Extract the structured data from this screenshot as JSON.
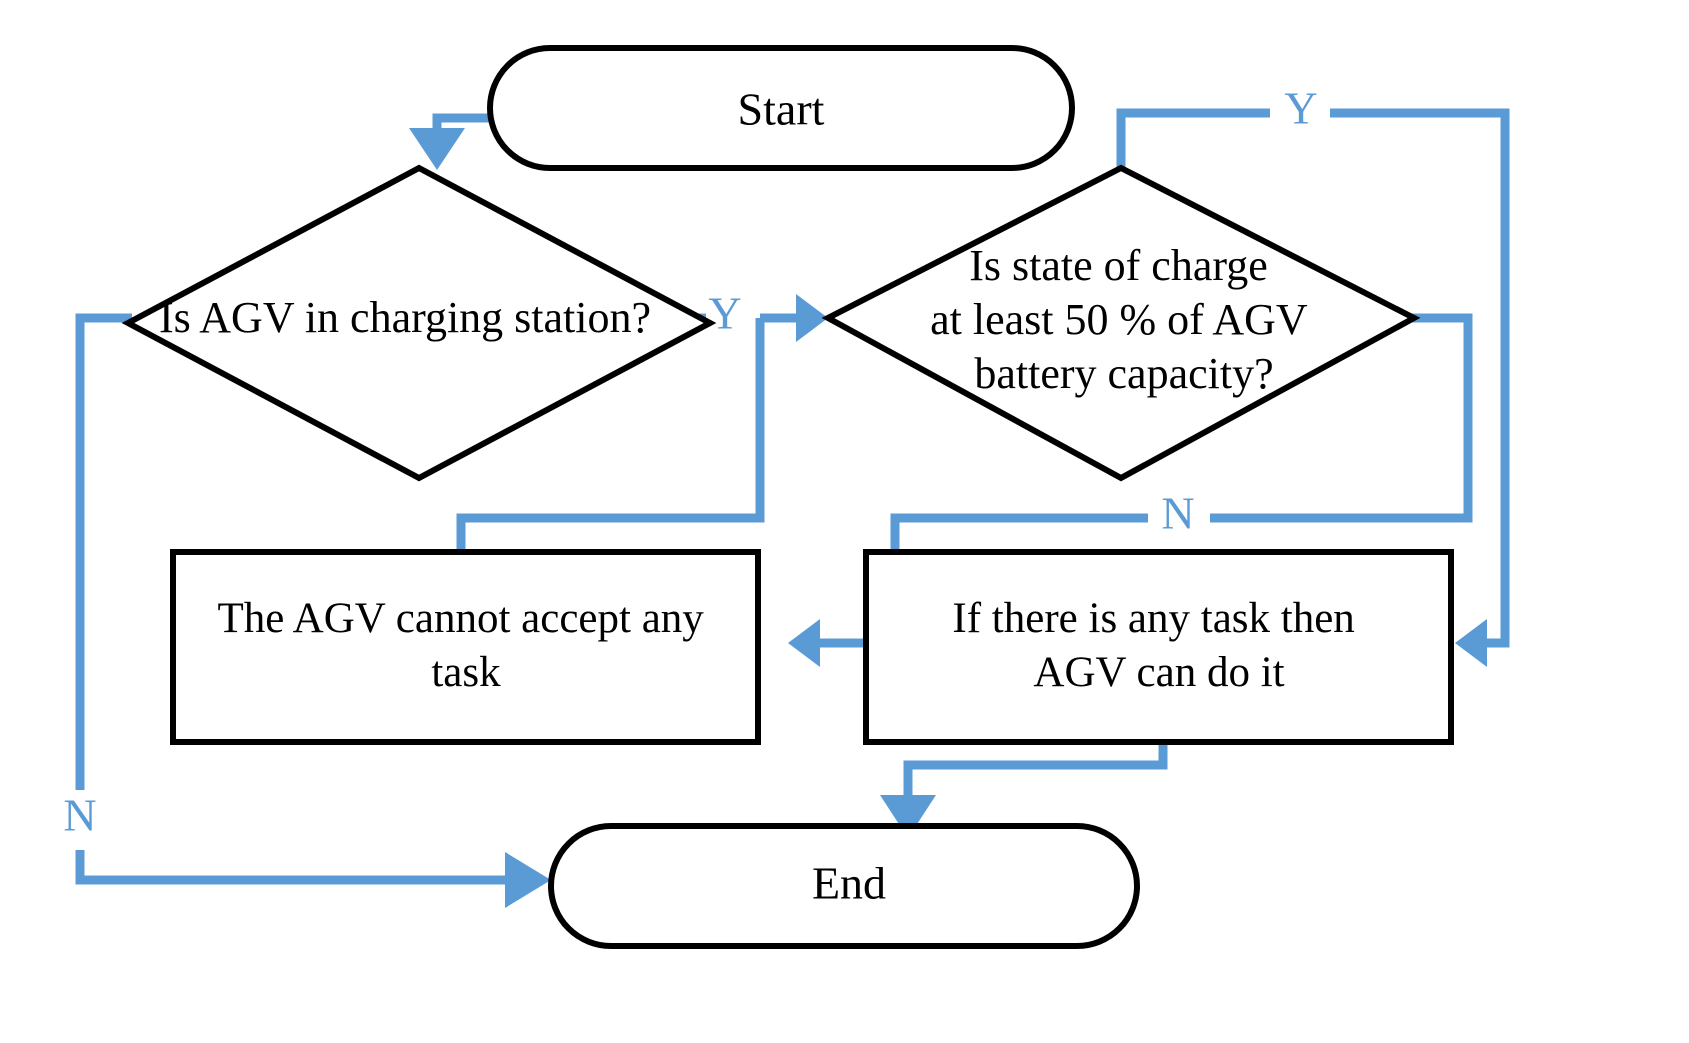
{
  "diagram": {
    "title": "AGV charging-station task acceptance flowchart",
    "accent_color": "#5B9BD5",
    "line_color": "#000000",
    "background": "#ffffff",
    "nodes": {
      "start": {
        "label": "Start",
        "shape": "terminator"
      },
      "decision_charging_station": {
        "shape": "decision",
        "lines": [
          "Is AGV in charging station?"
        ],
        "label": "Is AGV in charging station?"
      },
      "decision_state_of_charge": {
        "shape": "decision",
        "lines": [
          "Is state of charge",
          "at least 50 % of AGV",
          "battery capacity?"
        ],
        "label": "Is state of charge at least 50 % of AGV battery capacity?"
      },
      "process_cannot_accept": {
        "shape": "process",
        "lines": [
          "The AGV cannot accept any",
          "task"
        ],
        "label": "The AGV cannot accept any task"
      },
      "process_can_do_task": {
        "shape": "process",
        "lines": [
          "If there is any task then",
          "AGV can do it"
        ],
        "label": "If there is any task then AGV can do it"
      },
      "end": {
        "label": "End",
        "shape": "terminator"
      }
    },
    "edge_labels": {
      "charging_station_yes": "Y",
      "charging_station_no": "N",
      "state_of_charge_yes": "Y",
      "state_of_charge_no": "N"
    }
  }
}
